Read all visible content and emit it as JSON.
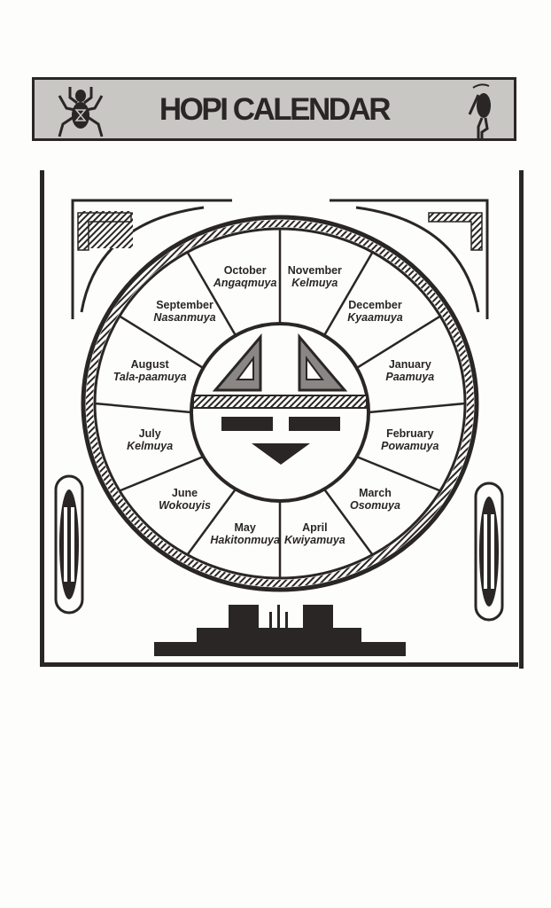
{
  "header": {
    "title": "HOPI CALENDAR",
    "left_icon": "spider-icon",
    "right_icon": "kachina-figure-icon"
  },
  "months": [
    {
      "english": "January",
      "hopi": "Paamuya"
    },
    {
      "english": "February",
      "hopi": "Powamuya"
    },
    {
      "english": "March",
      "hopi": "Osomuya"
    },
    {
      "english": "April",
      "hopi": "Kwiyamuya"
    },
    {
      "english": "May",
      "hopi": "Hakitonmuya"
    },
    {
      "english": "June",
      "hopi": "Wokouyis"
    },
    {
      "english": "July",
      "hopi": "Kelmuya"
    },
    {
      "english": "August",
      "hopi": "Tala-paamuya"
    },
    {
      "english": "September",
      "hopi": "Nasanmuya"
    },
    {
      "english": "October",
      "hopi": "Angaqmuya"
    },
    {
      "english": "November",
      "hopi": "Kelmuya"
    },
    {
      "english": "December",
      "hopi": "Kyaamuya"
    }
  ],
  "colors": {
    "ink": "#2a2626",
    "banner": "#c9c7c3",
    "gray": "#8a8684",
    "paper": "#fdfdfb"
  }
}
